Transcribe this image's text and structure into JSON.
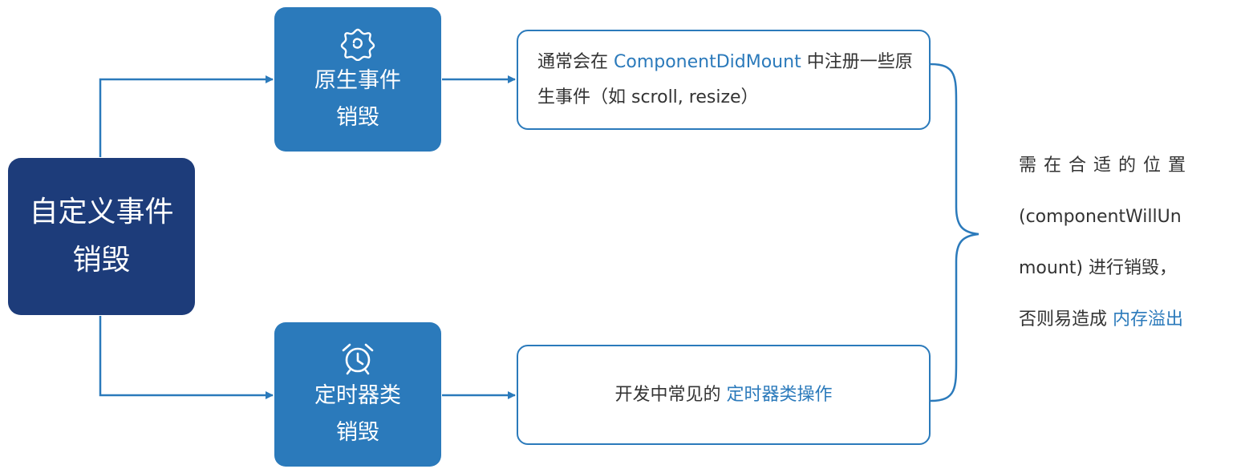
{
  "root": {
    "line1": "自定义事件",
    "line2": "销毁"
  },
  "branches": [
    {
      "icon": "gear-icon",
      "line1": "原生事件",
      "line2": "销毁",
      "desc": {
        "pre": "通常会在 ",
        "highlight": "ComponentDidMount",
        "post": " 中注册一些原生事件（如 scroll, resize）"
      }
    },
    {
      "icon": "alarm-clock-icon",
      "line1": "定时器类",
      "line2": "销毁",
      "desc": {
        "pre": "开发中常见的 ",
        "highlight": "定时器类操作",
        "post": ""
      }
    }
  ],
  "conclusion": {
    "line1": "需在合适的位置",
    "line2": "(componentWillUn",
    "line3": "mount) 进行销毁，",
    "line4_pre": "否则易造成 ",
    "line4_highlight": "内存溢出"
  },
  "colors": {
    "root_fill": "#1d3c7a",
    "branch_fill": "#2b7abb",
    "accent": "#2b7abb",
    "text": "#333333"
  }
}
